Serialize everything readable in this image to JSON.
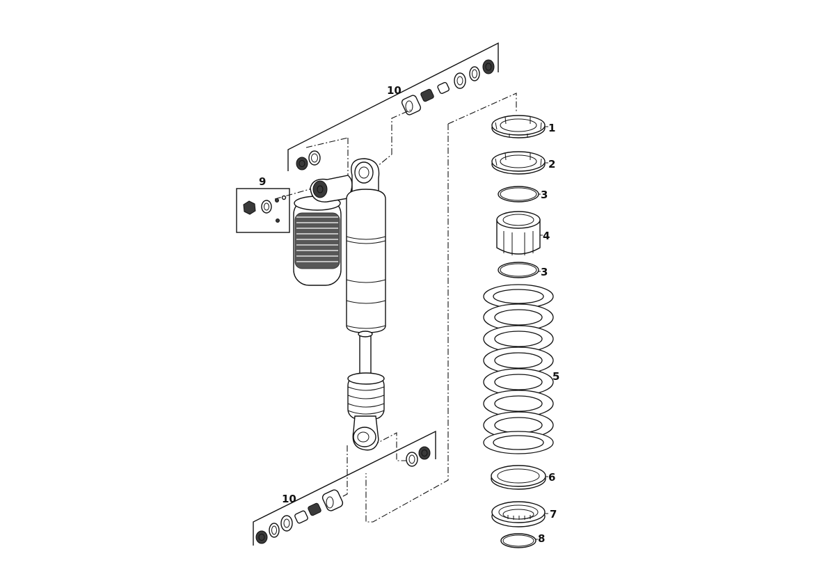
{
  "callouts": {
    "c1": "1",
    "c2": "2",
    "c3a": "3",
    "c4": "4",
    "c3b": "3",
    "c5": "5",
    "c6": "6",
    "c7": "7",
    "c8": "8",
    "c9": "9",
    "c10top": "10",
    "c10bottom": "10"
  }
}
